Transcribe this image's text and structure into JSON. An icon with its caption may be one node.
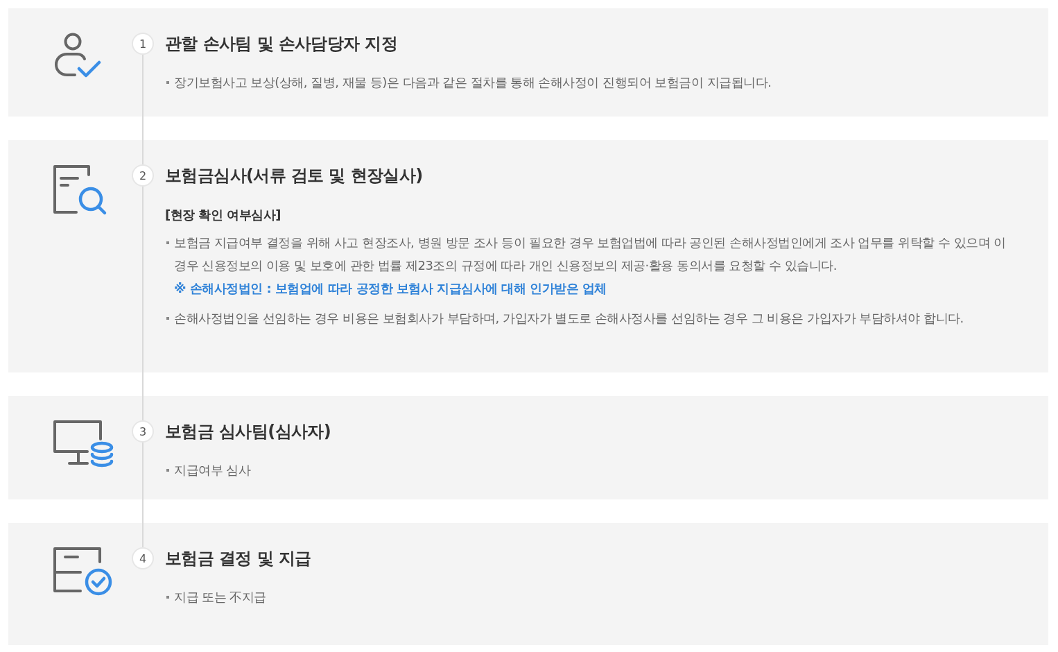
{
  "diagram": {
    "nodes": [
      {
        "text": [
          "관할 손사팀 및 손사담당자 지정",
          "장기보험사고 보상(상해, 질병, 재물 등)은 다음과 같은 절차를 통해 손해사정이 진행되어 보험금이 지급됩니다."
        ]
      },
      {
        "text": [
          "1"
        ],
        "in": 0
      },
      {
        "text": [
          "보험금심사(서류 검토 및 현장실사)",
          "[현장 확인 여부심사]",
          "보험금 지급여부 결정을 위해 사고 현장조사, 병원 방문 조사 등이 필요한 경우 보험업법에 따라 공인된 손해사정법인에게 조사 업무를 위탁할 수 있으며 이 경우 신용정보의 이용 및 보호에 관한 법률 제23조의 규정에 따라 개인 신용정보의 제공·활용 동의서를 요청할 수 있습니다.",
          "※ 손해사정법인 : 보험업에 따라 공정한 보험사 지급심사에 대해 인가받은 업체",
          "손해사정법인을 선임하는 경우 비용은 보험회사가 부담하며, 가입자가 별도로 손해사정사를 선임하는 경우 그 비용은 가입자가 부담하셔야 합니다."
        ]
      },
      {
        "text": [
          "2"
        ],
        "in": 2
      },
      {
        "text": [
          "보험금 심사팀(심사자)",
          "지급여부 심사"
        ]
      },
      {
        "text": [
          "3"
        ],
        "in": 4
      },
      {
        "text": [
          "보험금 결정 및 지급",
          "지급 또는 不지급"
        ]
      },
      {
        "text": [
          "4"
        ],
        "in": 6
      }
    ],
    "edges": [
      {
        "from": 1,
        "to": 3,
        "arrow": "none"
      },
      {
        "from": 3,
        "to": 5,
        "arrow": "none"
      },
      {
        "from": 5,
        "to": 7,
        "arrow": "none"
      }
    ]
  }
}
